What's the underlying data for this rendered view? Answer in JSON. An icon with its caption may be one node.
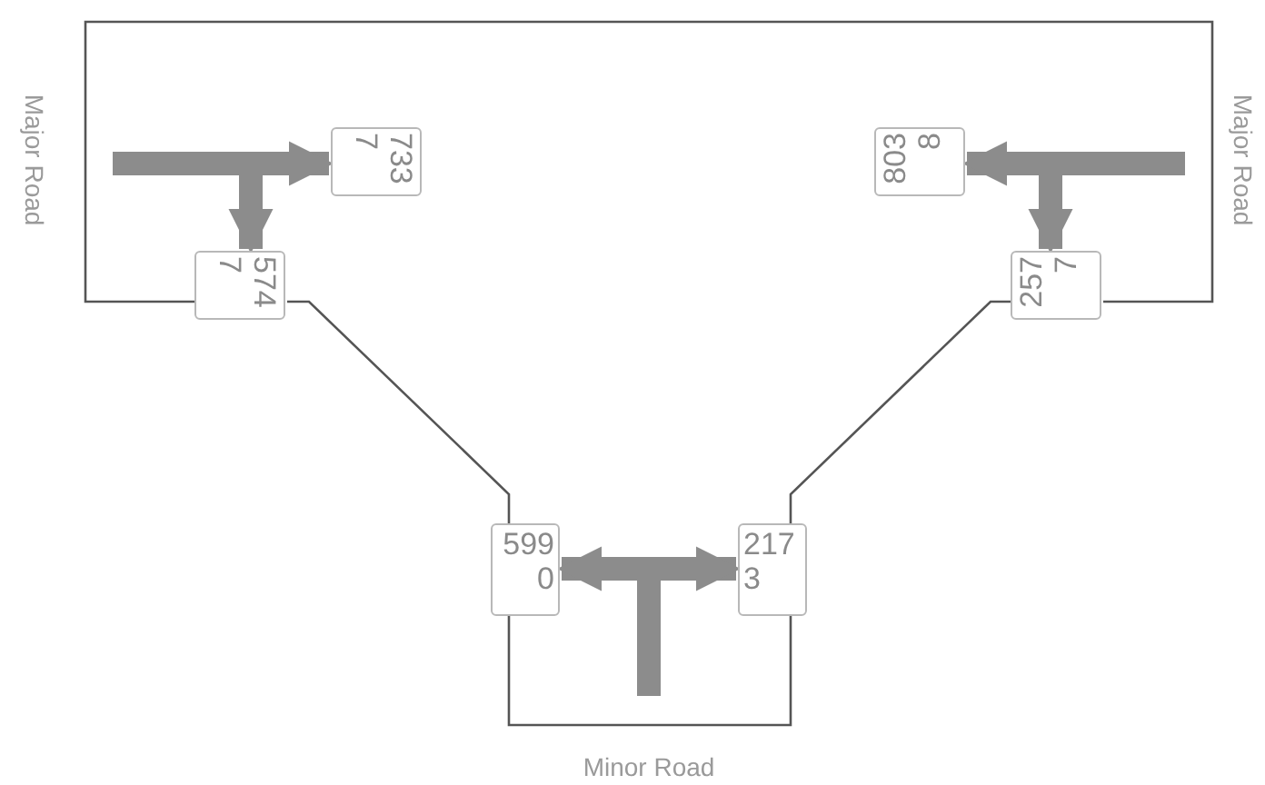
{
  "diagram": {
    "nodes": [
      {
        "text": [
          "7337"
        ]
      },
      {
        "text": [
          "8038"
        ]
      },
      {
        "text": [
          "5747"
        ]
      },
      {
        "text": [
          "2577"
        ]
      },
      {
        "text": [
          "5990"
        ]
      },
      {
        "text": [
          "2173"
        ]
      }
    ],
    "edges": [
      {
        "from": null,
        "to": 0,
        "arrow": "to"
      },
      {
        "from": null,
        "to": 2,
        "arrow": "to"
      },
      {
        "from": null,
        "to": 1,
        "arrow": "to"
      },
      {
        "from": null,
        "to": 3,
        "arrow": "to"
      },
      {
        "from": null,
        "to": 4,
        "arrow": "to"
      },
      {
        "from": null,
        "to": 5,
        "arrow": "to"
      }
    ],
    "labels": [
      "Major Road",
      "Major Road",
      "Minor Road"
    ]
  }
}
